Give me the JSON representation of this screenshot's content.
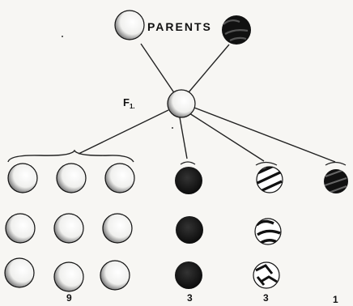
{
  "labels": {
    "parents": "PARENTS",
    "f1": "F",
    "f1_sub": "1."
  },
  "ratio": {
    "plain_white": "9",
    "plain_black": "3",
    "patterned_white": "3",
    "patterned_black": "1"
  },
  "colors": {
    "paper": "#f7f6f3",
    "ink": "#111111"
  }
}
